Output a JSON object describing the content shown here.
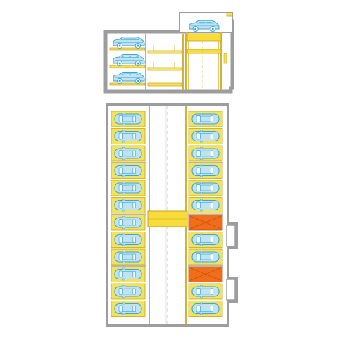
{
  "diagram": {
    "type": "automated-parking-system-drawing",
    "views": [
      "section",
      "plan"
    ],
    "colors": {
      "wall": "#9d9d9d",
      "pallet": "#f3e35a",
      "pallet_edge": "#c9a21e",
      "rail": "#d4b23a",
      "car_fill": "#bfe3f3",
      "car_stroke": "#3aa5d6",
      "blocked_fill": "#f06d1a",
      "blocked_stroke": "#c44d0c",
      "lift": "#f7dc3a",
      "aisle_line": "#c7c7c7"
    },
    "section": {
      "levels": 3,
      "cars_in_rack": 3,
      "car_on_lift": 1,
      "empty_shelves": 3
    },
    "plan": {
      "left_column_slots": 12,
      "right_column_slots": 12,
      "left_column_cars": 12,
      "right_column_cars": 10,
      "blocked_slots_right": [
        7,
        10
      ],
      "lift_platforms": 1,
      "side_bays": 2
    }
  }
}
